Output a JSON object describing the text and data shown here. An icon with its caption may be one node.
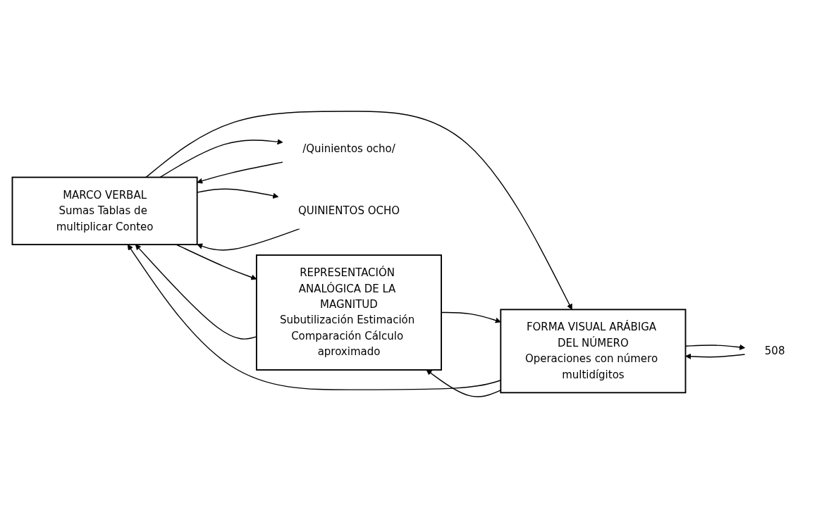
{
  "diagram": {
    "nodes": [
      {
        "text": [
          "MARCO VERBAL",
          "Sumas Tablas de multiplicar Conteo"
        ]
      },
      {
        "text": [
          "REPRESENTACIÓN ANALÓGICA DE LA MAGNITUD",
          "Subutilización Estimación Comparación Cálculo aproximado"
        ]
      },
      {
        "text": [
          "FORMA VISUAL ARÁBIGA DEL NÚMERO",
          "Operaciones con número multidígitos"
        ]
      },
      {
        "text": [
          "/Quinientos ocho/"
        ]
      },
      {
        "text": [
          "QUINIENTOS OCHO"
        ]
      },
      {
        "text": [
          "508"
        ]
      }
    ],
    "edges": [
      {
        "from": 3,
        "to": 0,
        "arrow": "to"
      },
      {
        "from": 0,
        "to": 3,
        "arrow": "to"
      },
      {
        "from": 0,
        "to": 4,
        "arrow": "to"
      },
      {
        "from": 4,
        "to": 0,
        "arrow": "to"
      },
      {
        "from": 0,
        "to": 1,
        "arrow": "to"
      },
      {
        "from": 1,
        "to": 0,
        "arrow": "to"
      },
      {
        "from": 2,
        "to": 0,
        "arrow": "to"
      },
      {
        "from": 0,
        "to": 2,
        "arrow": "to"
      },
      {
        "from": 1,
        "to": 2,
        "arrow": "to"
      },
      {
        "from": 2,
        "to": 1,
        "arrow": "to"
      },
      {
        "from": 2,
        "to": 5,
        "arrow": "to"
      },
      {
        "from": 5,
        "to": 2,
        "arrow": "to"
      }
    ]
  }
}
